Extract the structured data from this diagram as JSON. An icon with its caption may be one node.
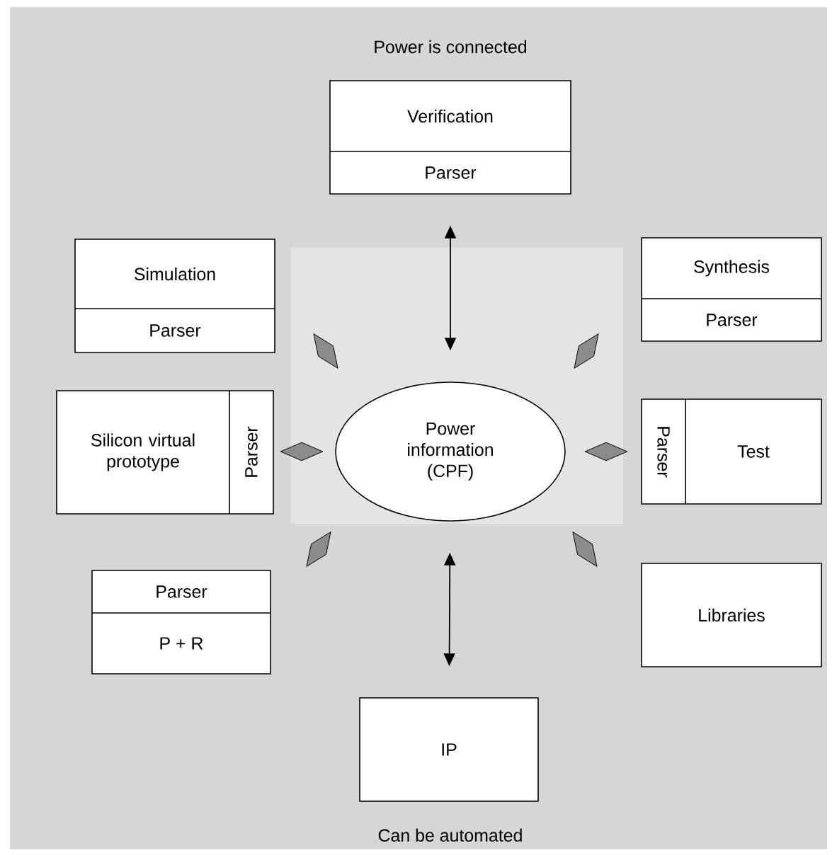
{
  "diagram": {
    "nodes": [
      {
        "text": [
          "Verification",
          "Parser"
        ]
      },
      {
        "text": [
          "Simulation",
          "Parser"
        ]
      },
      {
        "text": [],
        "shape": "diamond"
      },
      {
        "text": [],
        "shape": "diamond"
      },
      {
        "text": [
          "Synthesis",
          "Parser"
        ]
      },
      {
        "text": [
          "Silicon virtual prototype",
          "Parser"
        ]
      },
      {
        "text": [],
        "shape": "diamond"
      },
      {
        "text": [
          "Power information (CPF)"
        ]
      },
      {
        "text": [],
        "shape": "diamond"
      },
      {
        "text": [
          "Parser",
          "Test"
        ]
      },
      {
        "text": [],
        "shape": "diamond"
      },
      {
        "text": [],
        "shape": "diamond"
      },
      {
        "text": [
          "Parser",
          "P + R"
        ]
      },
      {
        "text": [
          "Libraries"
        ]
      },
      {
        "text": [
          "IP"
        ]
      }
    ],
    "edges": [
      {
        "from": 0,
        "to": 7,
        "arrow": "both"
      },
      {
        "from": 7,
        "to": 14,
        "arrow": "both"
      }
    ],
    "labels": [
      "Power is connected",
      "Can be automated"
    ]
  }
}
